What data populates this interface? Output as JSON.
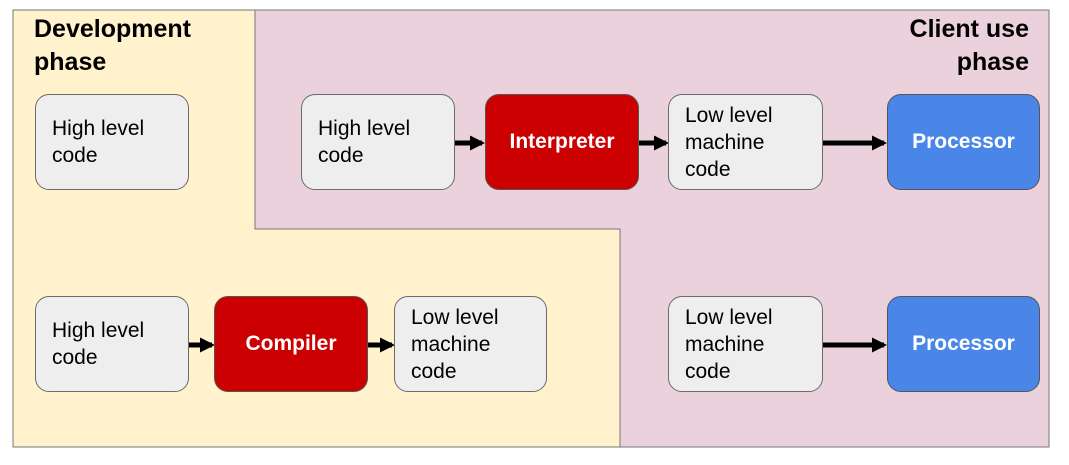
{
  "phases": {
    "development": {
      "title": "Development\nphase",
      "color": "#fff2cc"
    },
    "client": {
      "title": "Client use\nphase",
      "color": "#ead1dc"
    }
  },
  "interpreter_flow": {
    "source": "High level\ncode",
    "tool": "Interpreter",
    "output": "Low level\nmachine\ncode",
    "processor": "Processor"
  },
  "compiler_flow": {
    "dev_source": "High level\ncode",
    "source": "High level\ncode",
    "tool": "Compiler",
    "output": "Low level\nmachine\ncode",
    "client_input": "Low level\nmachine\ncode",
    "processor": "Processor"
  },
  "colors": {
    "code_box": "#eeeeee",
    "tool_box": "#cc0000",
    "processor_box": "#4a86e8",
    "arrow": "#000000"
  }
}
